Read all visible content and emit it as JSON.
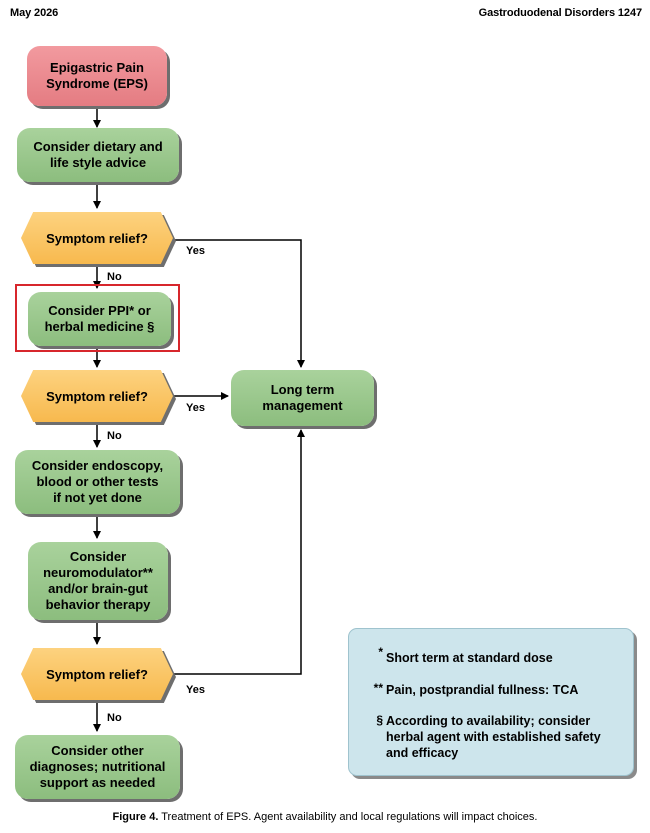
{
  "header": {
    "left": "May 2026",
    "right": "Gastroduodenal Disorders   1247"
  },
  "flowchart": {
    "start": "Epigastric Pain\nSyndrome (EPS)",
    "step1": "Consider dietary and\nlife style advice",
    "decision1": "Symptom relief?",
    "step2": "Consider PPI* or\nherbal medicine §",
    "decision2": "Symptom relief?",
    "step3": "Consider endoscopy,\nblood or other tests\nif not yet done",
    "step4": "Consider\nneuromodulator**\nand/or brain-gut\nbehavior therapy",
    "decision3": "Symptom relief?",
    "step5": "Consider other\ndiagnoses; nutritional\nsupport as needed",
    "long_term": "Long term\nmanagement",
    "yes_label": "Yes",
    "no_label": "No"
  },
  "legend": [
    {
      "symbol": "*",
      "text": "Short term at standard dose"
    },
    {
      "symbol": "**",
      "text": "Pain, postprandial fullness: TCA"
    },
    {
      "symbol": "§",
      "text": "According to availability; consider\nherbal agent with established safety\nand efficacy"
    }
  ],
  "caption": {
    "label": "Figure 4.",
    "text": "Treatment of EPS. Agent availability and local regulations will impact choices."
  },
  "colors": {
    "start": "#e88a90",
    "action": "#9cc78f",
    "decision": "#fbc466",
    "legend_bg": "#cde5ec",
    "highlight": "#d7262c"
  }
}
